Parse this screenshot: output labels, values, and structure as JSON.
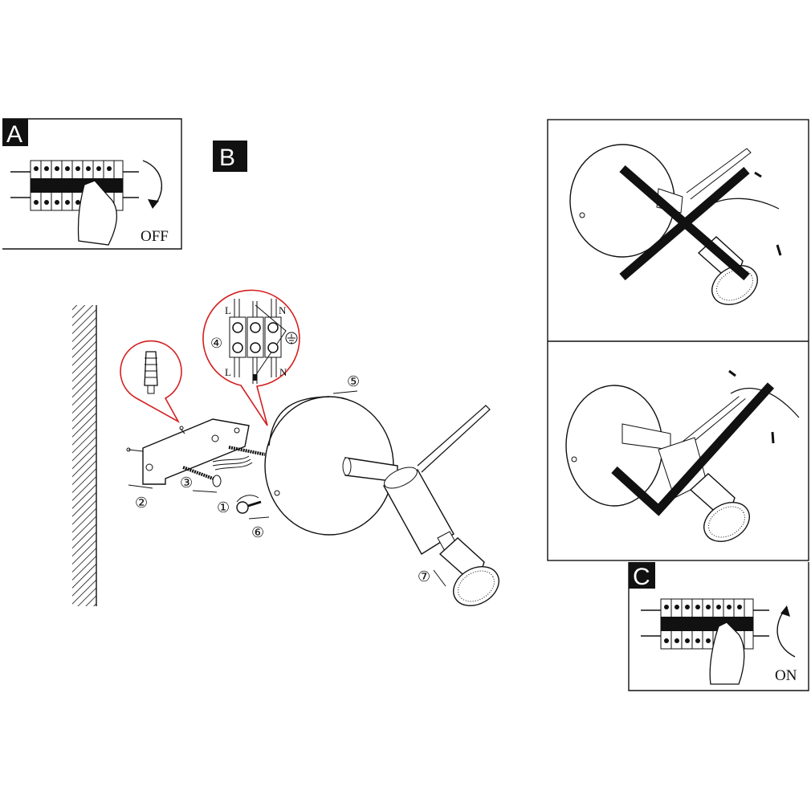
{
  "panels": {
    "a": {
      "label": "A",
      "switch_state": "OFF"
    },
    "b": {
      "label": "B"
    },
    "c": {
      "label": "C",
      "switch_state": "ON"
    }
  },
  "terminal": {
    "top_left": "L",
    "top_right": "N",
    "bottom_left": "L",
    "bottom_right": "N",
    "ground_symbol": "ground-icon"
  },
  "steps": [
    "①",
    "②",
    "③",
    "④",
    "⑤",
    "⑥",
    "⑦"
  ],
  "colors": {
    "callout": "#d42020",
    "ink": "#111111"
  }
}
